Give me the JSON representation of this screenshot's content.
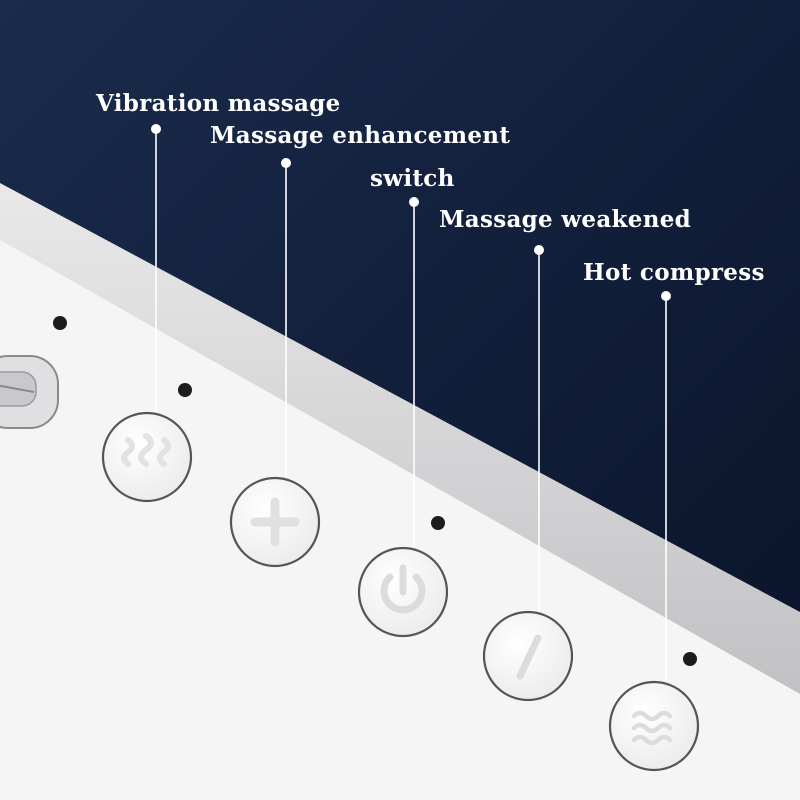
{
  "labels": {
    "vibration": "Vibration massage",
    "enhancement": "Massage enhancement",
    "switch": "switch",
    "weakened": "Massage weakened",
    "hot_compress": "Hot compress"
  },
  "icons": {
    "vibration": "vibration-wave-icon",
    "enhancement": "plus-icon",
    "switch": "power-icon",
    "weakened": "minus-slash-icon",
    "hot_compress": "heat-wave-icon"
  },
  "colors": {
    "background": "#0e1a33",
    "device_body": "#f4f4f5",
    "button_rim": "#5a5a5a",
    "label_text": "#ffffff"
  }
}
